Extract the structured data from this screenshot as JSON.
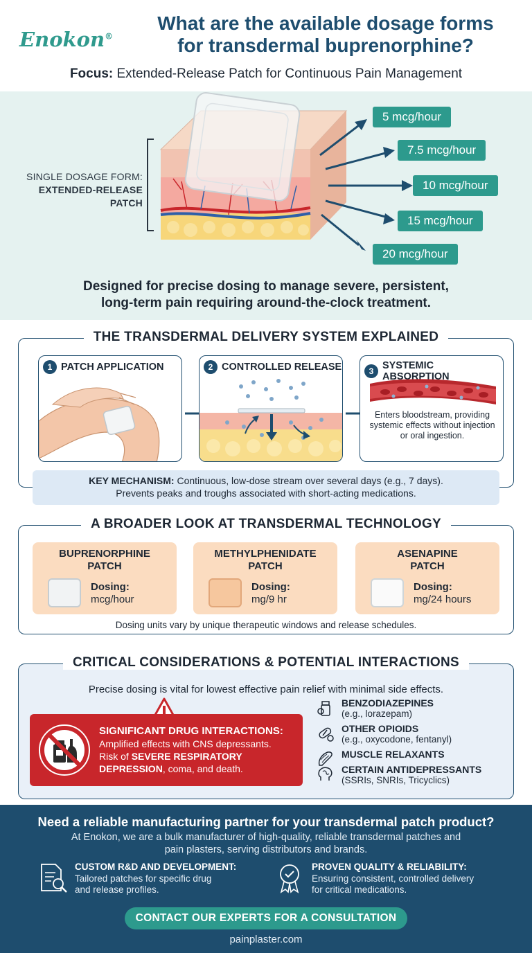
{
  "header": {
    "logo": "Enokon",
    "logo_mark": "®",
    "title_line1": "What are the available dosage forms",
    "title_line2": "for transdermal buprenorphine?",
    "subtitle_key": "Focus:",
    "subtitle_rest": " Extended-Release Patch for Continuous Pain Management"
  },
  "hero": {
    "form_label_line1": "SINGLE DOSAGE FORM:",
    "form_label_line2": "EXTENDED-RELEASE",
    "form_label_line3": "PATCH",
    "doses": [
      "5 mcg/hour",
      "7.5 mcg/hour",
      "10 mcg/hour",
      "15 mcg/hour",
      "20 mcg/hour"
    ],
    "caption_line1": "Designed for precise dosing to manage severe, persistent,",
    "caption_line2": "long-term pain requiring around-the-clock treatment."
  },
  "delivery": {
    "title": "THE TRANSDERMAL DELIVERY SYSTEM EXPLAINED",
    "steps": [
      {
        "num": "1",
        "label": "PATCH APPLICATION"
      },
      {
        "num": "2",
        "label": "CONTROLLED RELEASE"
      },
      {
        "num": "3",
        "label": "SYSTEMIC ABSORPTION",
        "desc": "Enters bloodstream, providing systemic effects without injection or oral ingestion."
      }
    ],
    "mechanism_key": "KEY MECHANISM:",
    "mechanism_text": " Continuous, low-dose stream over several days (e.g., 7 days).",
    "mechanism_line2": "Prevents peaks and troughs associated with short-acting medications."
  },
  "technology": {
    "title": "A BROADER LOOK AT TRANSDERMAL TECHNOLOGY",
    "cards": [
      {
        "name_line1": "BUPRENORPHINE",
        "name_line2": "PATCH",
        "dosing_label": "Dosing:",
        "dosing_value": "mcg/hour"
      },
      {
        "name_line1": "METHYLPHENIDATE",
        "name_line2": "PATCH",
        "dosing_label": "Dosing:",
        "dosing_value": "mg/9 hr"
      },
      {
        "name_line1": "ASENAPINE",
        "name_line2": "PATCH",
        "dosing_label": "Dosing:",
        "dosing_value": "mg/24 hours"
      }
    ],
    "note": "Dosing units vary by unique therapeutic windows and release schedules."
  },
  "critical": {
    "title": "CRITICAL CONSIDERATIONS & POTENTIAL INTERACTIONS",
    "lead": "Precise dosing is vital for lowest effective pain relief with minimal side effects.",
    "warning_title": "SIGNIFICANT DRUG INTERACTIONS:",
    "warning_line1": "Amplified effects with CNS depressants.",
    "warning_line2_a": "Risk of ",
    "warning_line2_b": "SEVERE RESPIRATORY",
    "warning_line3_a": "DEPRESSION",
    "warning_line3_b": ", coma, and death.",
    "interactions": [
      {
        "name": "BENZODIAZEPINES",
        "example": "(e.g., lorazepam)",
        "icon": "pill-bottle-icon"
      },
      {
        "name": "OTHER OPIOIDS",
        "example": "(e.g., oxycodone, fentanyl)",
        "icon": "capsule-icon"
      },
      {
        "name": "MUSCLE RELAXANTS",
        "example": "",
        "icon": "muscle-icon"
      },
      {
        "name": "CERTAIN ANTIDEPRESSANTS",
        "example": "(SSRIs, SNRIs, Tricyclics)",
        "icon": "brain-icon"
      }
    ]
  },
  "footer": {
    "question": "Need a reliable manufacturing partner for your transdermal patch product?",
    "about_line1": "At Enokon, we are a bulk manufacturer of high-quality, reliable transdermal patches and",
    "about_line2": "pain plasters, serving distributors and brands.",
    "features": [
      {
        "title": "CUSTOM R&D AND DEVELOPMENT:",
        "desc_line1": "Tailored patches for specific drug",
        "desc_line2": "and release profiles.",
        "icon": "document-search-icon"
      },
      {
        "title": "PROVEN QUALITY & RELIABILITY:",
        "desc_line1": "Ensuring consistent, controlled delivery",
        "desc_line2": "for critical medications.",
        "icon": "award-ribbon-icon"
      }
    ],
    "cta": "CONTACT OUR EXPERTS FOR A CONSULTATION",
    "website": "painplaster.com"
  },
  "colors": {
    "brand_teal": "#2d9a8d",
    "navy": "#1e4d6e",
    "hero_bg": "#e5f2f0",
    "card_peach": "#fbdcc0",
    "warning_red": "#c8262b",
    "light_blue": "#dde9f5"
  }
}
